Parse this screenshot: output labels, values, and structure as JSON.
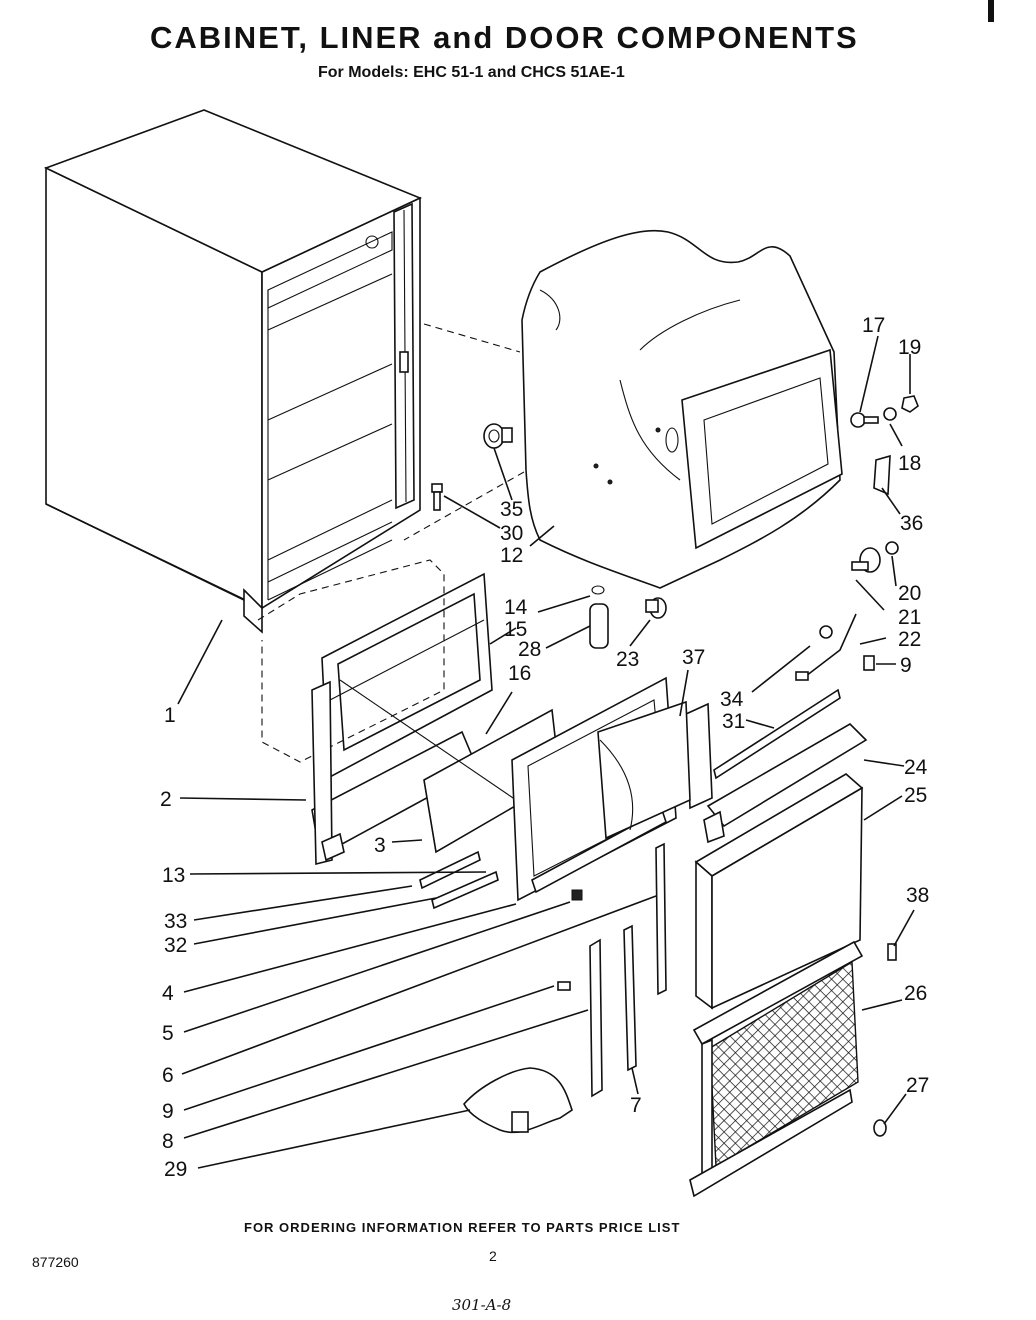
{
  "header": {
    "title": "CABINET, LINER and DOOR COMPONENTS",
    "subtitle": "For Models: EHC 51-1 and CHCS 51AE-1"
  },
  "footer": {
    "ordering_note": "FOR ORDERING INFORMATION REFER TO PARTS PRICE LIST",
    "page_number": "2",
    "document_number": "877260",
    "handwritten_note": "301-A-8"
  },
  "callouts": {
    "c1": "1",
    "c2": "2",
    "c3": "3",
    "c4": "4",
    "c5": "5",
    "c6": "6",
    "c7": "7",
    "c8": "8",
    "c9a": "9",
    "c9b": "9",
    "c12": "12",
    "c13": "13",
    "c14": "14",
    "c15": "15",
    "c16": "16",
    "c17": "17",
    "c18": "18",
    "c19": "19",
    "c20": "20",
    "c21": "21",
    "c22": "22",
    "c23": "23",
    "c24": "24",
    "c25": "25",
    "c26": "26",
    "c27": "27",
    "c28": "28",
    "c29": "29",
    "c30": "30",
    "c31": "31",
    "c32": "32",
    "c33": "33",
    "c34": "34",
    "c35": "35",
    "c36": "36",
    "c37": "37",
    "c38": "38"
  }
}
